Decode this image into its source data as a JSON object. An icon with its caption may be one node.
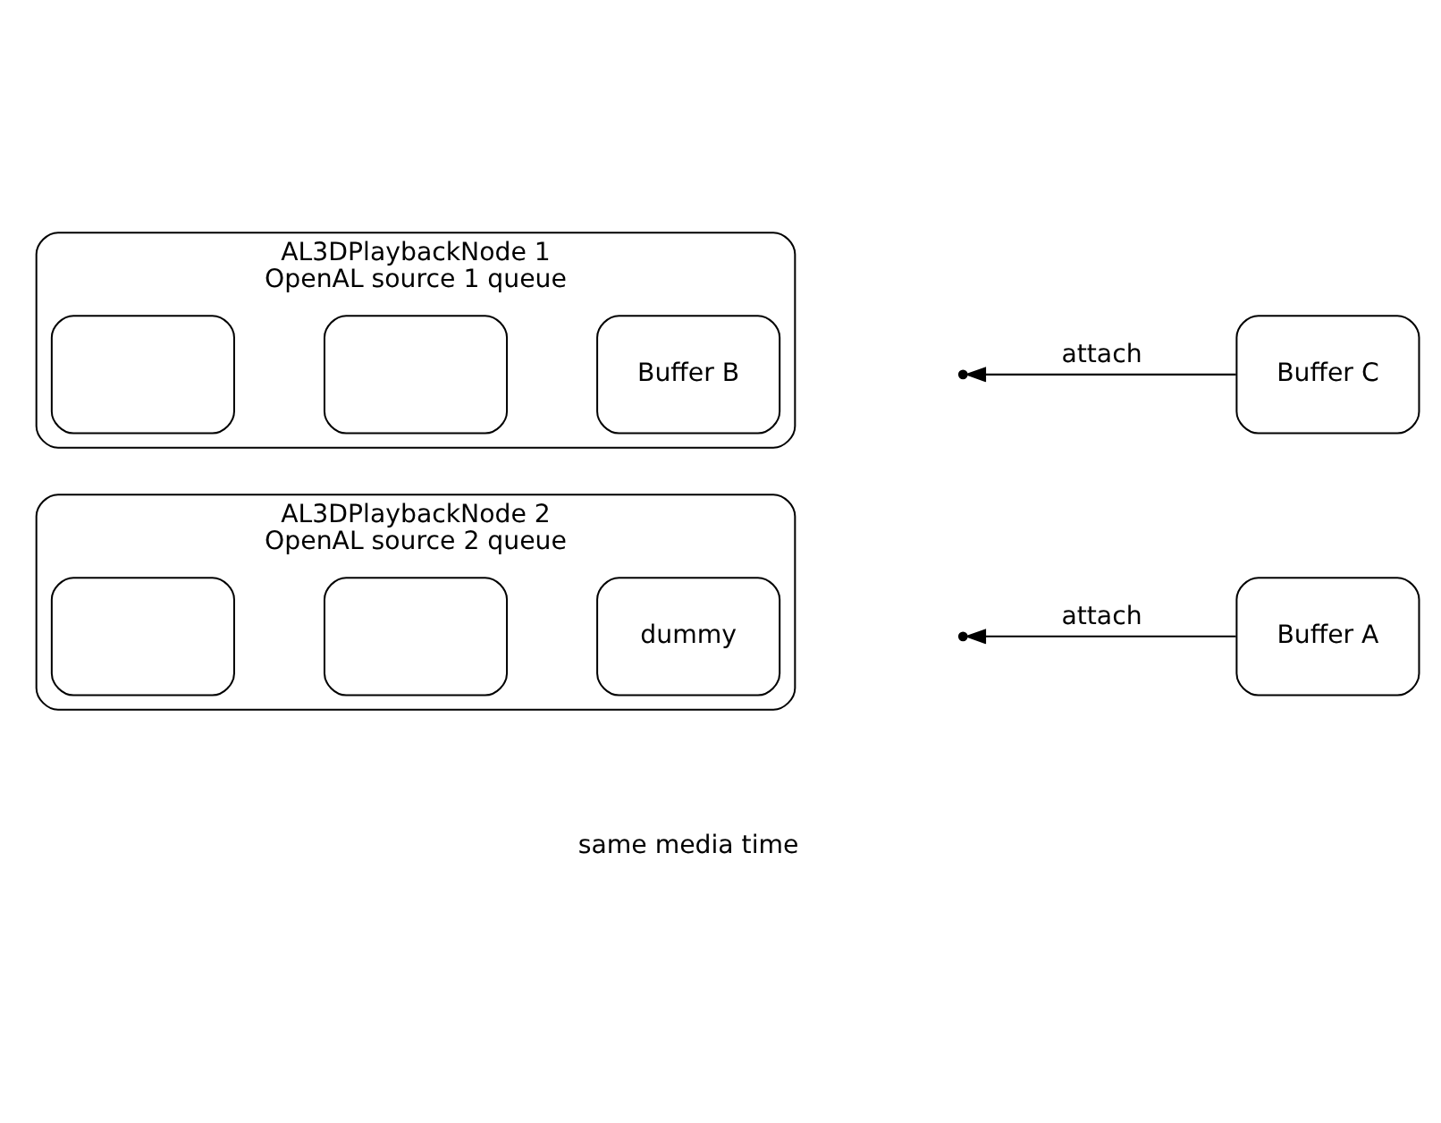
{
  "diagram": {
    "nodes": [
      {
        "text": [
          "AL3DPlaybackNode 1",
          "OpenAL source 1 queue"
        ]
      },
      {
        "text": [],
        "shape": "box",
        "in": 0
      },
      {
        "text": [],
        "shape": "box",
        "in": 0
      },
      {
        "text": [
          "Buffer B"
        ],
        "in": 0
      },
      {
        "text": [
          "Buffer C"
        ]
      },
      {
        "text": [
          "AL3DPlaybackNode 2",
          "OpenAL source 2 queue"
        ]
      },
      {
        "text": [],
        "shape": "box",
        "in": 5
      },
      {
        "text": [],
        "shape": "box",
        "in": 5
      },
      {
        "text": [
          "dummy"
        ],
        "in": 5
      },
      {
        "text": [
          "Buffer A"
        ]
      }
    ],
    "edges": [
      {
        "from": 4,
        "to": null,
        "arrow": "to",
        "label": "attach"
      },
      {
        "from": 9,
        "to": null,
        "arrow": "to",
        "label": "attach"
      }
    ],
    "labels": [
      "same media time"
    ]
  }
}
